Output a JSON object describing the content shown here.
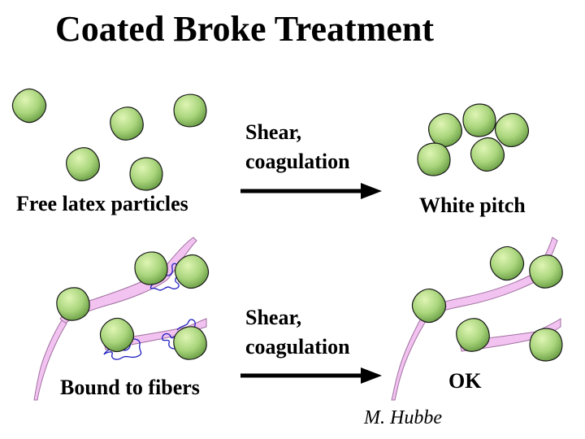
{
  "title": "Coated Broke Treatment",
  "top_row": {
    "left_label": "Free latex particles",
    "process_line1": "Shear,",
    "process_line2": "coagulation",
    "right_label": "White pitch"
  },
  "bottom_row": {
    "left_label": "Bound to fibers",
    "process_line1": "Shear,",
    "process_line2": "coagulation",
    "right_label": "OK"
  },
  "credit": "M. Hubbe",
  "colors": {
    "particle_light": "#d6f0a8",
    "particle_dark": "#6aa046",
    "particle_outline": "#1a1a1a",
    "fiber_fill": "#f2c2f0",
    "fiber_outline": "#a070a0",
    "polymer": "#2020c0",
    "arrow": "#000000"
  }
}
